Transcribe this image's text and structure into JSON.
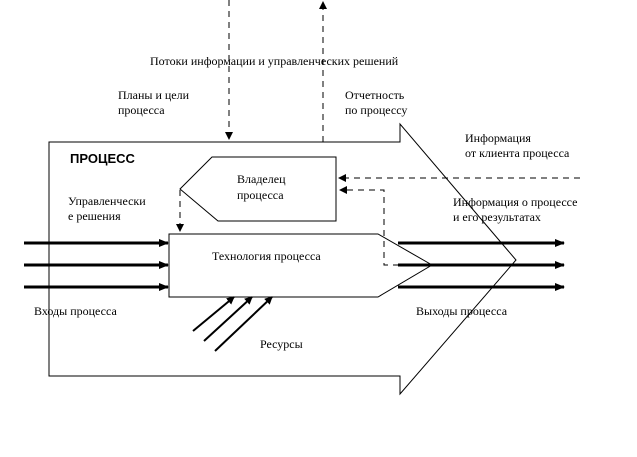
{
  "diagram": {
    "info_flows": "Потоки информации и управленческих решений",
    "plans_line1": "Планы и цели",
    "plans_line2": "процесса",
    "report_line1": "Отчетность",
    "report_line2": "по процессу",
    "client_info_line1": "Информация",
    "client_info_line2": "от клиента процесса",
    "process_title": "ПРОЦЕСС",
    "owner_line1": "Владелец",
    "owner_line2": "процесса",
    "decisions_line1": "Управленчески",
    "decisions_line2": "е решения",
    "process_info_line1": "Информация о процессе",
    "process_info_line2": "и его результатах",
    "technology": "Технология процесса",
    "inputs": "Входы процесса",
    "outputs": "Выходы процесса",
    "resources": "Ресурсы"
  }
}
